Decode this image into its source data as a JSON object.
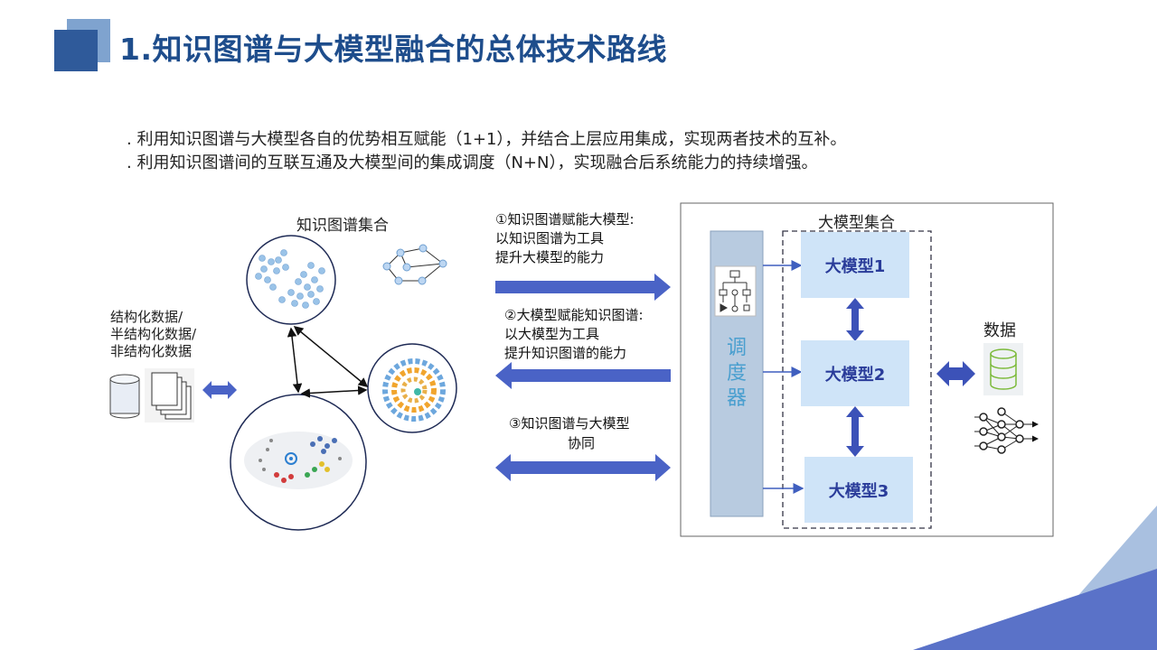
{
  "title": "1.知识图谱与大模型融合的总体技术路线",
  "bullets": [
    ".  利用知识图谱与大模型各自的优势相互赋能（1+1），并结合上层应用集成，实现两者技术的互补。",
    ".  利用知识图谱间的互联互通及大模型间的集成调度（N+N），实现融合后系统能力的持续增强。"
  ],
  "left": {
    "data_types": [
      "结构化数据/",
      "半结构化数据/",
      "非结构化数据"
    ],
    "kg_set_label": "知识图谱集合"
  },
  "middle": {
    "arrow1": [
      "①知识图谱赋能大模型:",
      "以知识图谱为工具",
      "提升大模型的能力"
    ],
    "arrow2": [
      "②大模型赋能知识图谱:",
      "以大模型为工具",
      "提升知识图谱的能力"
    ],
    "arrow3": [
      "③知识图谱与大模型",
      "协同"
    ]
  },
  "right": {
    "llm_set_label": "大模型集合",
    "scheduler": [
      "调",
      "度",
      "器"
    ],
    "models": [
      "大模型1",
      "大模型2",
      "大模型3"
    ],
    "data_label": "数据"
  },
  "colors": {
    "title": "#1e4d8c",
    "arrow": "#4a63c6",
    "llm_box": "#cfe4f8",
    "scheduler_bar": "#b8cbe0"
  }
}
